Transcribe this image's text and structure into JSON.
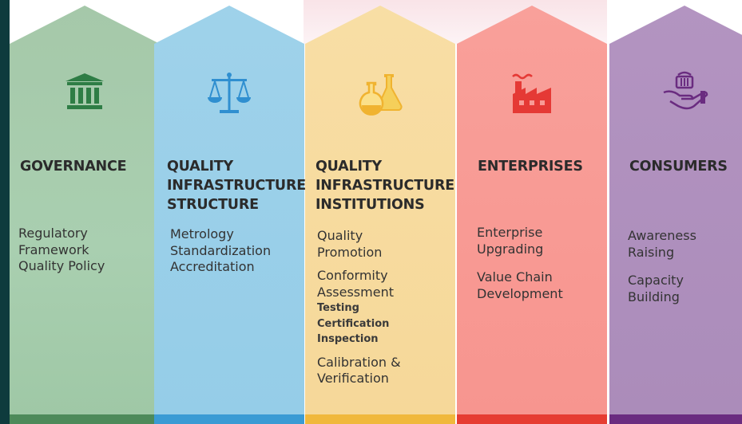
{
  "columns": [
    {
      "title": [
        "GOVERNANCE"
      ],
      "items": [
        "Regulatory",
        "Framework",
        "Quality Policy"
      ],
      "icon": "government-building-icon",
      "color": "#a8c9ac",
      "bar_color": "#4d8a5a",
      "icon_color": "#2e7d45"
    },
    {
      "title": [
        "QUALITY",
        "INFRASTRUCTURE",
        "STRUCTURE"
      ],
      "items": [
        "Metrology",
        "Standardization",
        "Accreditation"
      ],
      "icon": "scales-icon",
      "color": "#99cfe9",
      "bar_color": "#3a9bd4",
      "icon_color": "#2f8fd0"
    },
    {
      "title": [
        "QUALITY",
        "INFRASTRUCTURE",
        "INSTITUTIONS"
      ],
      "groups": [
        {
          "lines": [
            "Quality",
            "Promotion"
          ],
          "sub": []
        },
        {
          "lines": [
            "Conformity",
            "Assessment"
          ],
          "sub": [
            "Testing",
            "Certification",
            "Inspection"
          ]
        },
        {
          "lines": [
            "Calibration &",
            "Verification"
          ],
          "sub": []
        }
      ],
      "icon": "lab-flasks-icon",
      "color": "#f7dc9e",
      "bar_color": "#f0b83c",
      "icon_color": "#f0b330"
    },
    {
      "title": [
        "ENTERPRISES"
      ],
      "groups": [
        {
          "lines": [
            "Enterprise",
            "Upgrading"
          ],
          "sub": []
        },
        {
          "lines": [
            "Value Chain",
            "Development"
          ],
          "sub": []
        }
      ],
      "icon": "factory-icon",
      "color": "#f89a95",
      "bar_color": "#e63c32",
      "icon_color": "#e53935"
    },
    {
      "title": [
        "CONSUMERS"
      ],
      "groups": [
        {
          "lines": [
            "Awareness",
            "Raising"
          ],
          "sub": []
        },
        {
          "lines": [
            "Capacity",
            "Building"
          ],
          "sub": []
        }
      ],
      "icon": "hand-basket-icon",
      "color": "#b091be",
      "bar_color": "#6a2c80",
      "icon_color": "#6a2c80"
    }
  ]
}
